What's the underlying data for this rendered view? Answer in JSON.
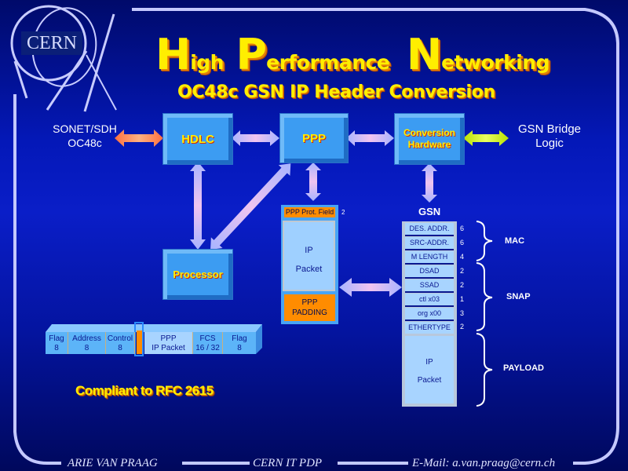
{
  "logo": {
    "text": "CERN"
  },
  "title": {
    "h_cap": "H",
    "h_rest": "igh",
    "p_cap": "P",
    "p_rest": "erformance",
    "n_cap": "N",
    "n_rest": "etworking",
    "subtitle": "OC48c  GSN  IP  Header Conversion"
  },
  "diagram": {
    "sonet_label_line1": "SONET/SDH",
    "sonet_label_line2": "OC48c",
    "hdlc": "HDLC",
    "ppp": "PPP",
    "conversion_line1": "Conversion",
    "conversion_line2": "Hardware",
    "bridge_line1": "GSN Bridge",
    "bridge_line2": "Logic",
    "processor": "Processor",
    "gsn_label": "GSN"
  },
  "ppp_frame": {
    "prot_field": "PPP Prot. Field",
    "prot_field_size": "2",
    "ip_line1": "IP",
    "ip_line2": "Packet",
    "padding_line1": "PPP",
    "padding_line2": "PADDING"
  },
  "gsn_fields": [
    {
      "label": "DES. ADDR.",
      "size": "6"
    },
    {
      "label": "SRC-ADDR.",
      "size": "6"
    },
    {
      "label": "M LENGTH",
      "size": "4"
    },
    {
      "label": "DSAD",
      "size": "2"
    },
    {
      "label": "SSAD",
      "size": "2"
    },
    {
      "label": "ctl x03",
      "size": "1"
    },
    {
      "label": "org x00",
      "size": "3"
    },
    {
      "label": "ETHERTYPE",
      "size": "2"
    }
  ],
  "gsn_payload": {
    "line1": "IP",
    "line2": "Packet"
  },
  "braces": {
    "mac": "MAC",
    "snap": "SNAP",
    "payload": "PAYLOAD"
  },
  "hdlc_frame": [
    {
      "line1": "Flag",
      "line2": "8"
    },
    {
      "line1": "Address",
      "line2": "8"
    },
    {
      "line1": "Control",
      "line2": "8"
    },
    {
      "line1": "PPP",
      "line2": "IP Packet"
    },
    {
      "line1": "FCS",
      "line2": "16 / 32"
    },
    {
      "line1": "Flag",
      "line2": "8"
    }
  ],
  "compliance": "Compliant to RFC  2615",
  "footer": {
    "author": "ARIE VAN PRAAG",
    "dept": "CERN  IT  PDP",
    "email": "E-Mail:  a.van.praag@cern.ch"
  },
  "colors": {
    "background": "#0418b8",
    "title_yellow": "#ffee00",
    "block_blue": "#3c9cf2",
    "orange_field": "#ff8c00",
    "frame_line": "#c8ccff"
  }
}
